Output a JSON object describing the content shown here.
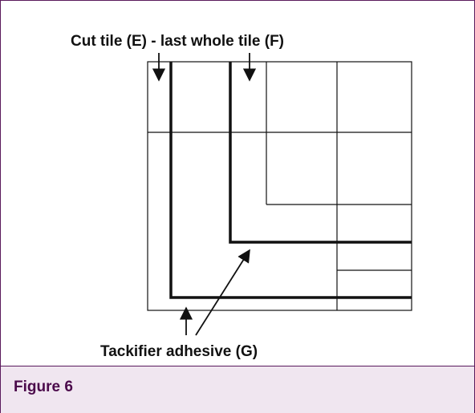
{
  "diagram": {
    "label_top": "Cut tile (E) - last whole tile (F)",
    "label_bottom": "Tackifier adhesive (G)"
  },
  "caption": {
    "text": "Figure 6"
  },
  "colors": {
    "frame": "#5a1a5c",
    "caption_background": "#f0e6f0",
    "caption_text": "#4b0a4b",
    "lines": "#111111"
  }
}
